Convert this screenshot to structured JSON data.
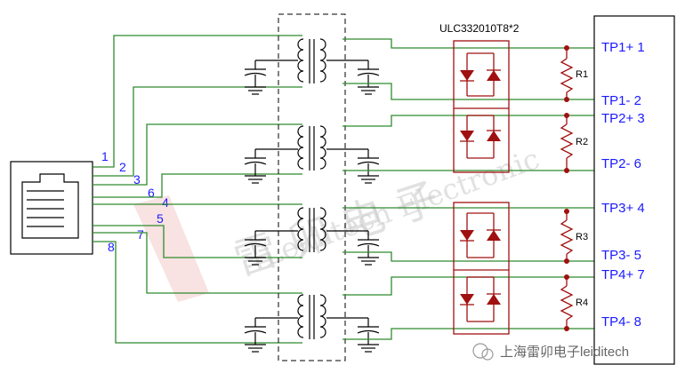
{
  "chip_label": "ULC332010T8*2",
  "rj45_pins": [
    "1",
    "2",
    "3",
    "6",
    "4",
    "5",
    "7",
    "8"
  ],
  "tp_labels": [
    "TP1+ 1",
    "TP1-  2",
    "TP2+ 3",
    "TP2-  6",
    "TP3+ 4",
    "TP3-  5",
    "TP4+ 7",
    "TP4-  8"
  ],
  "resistors": [
    "R1",
    "R2",
    "R3",
    "R4"
  ],
  "watermark": {
    "cn": "雷 卯 电 子",
    "en": "Leiditech Electronic"
  },
  "footer": "上海雷卯电子leiditech",
  "colors": {
    "wire": "#2e8b2e",
    "component": "#a01010",
    "label": "#1a1aff"
  }
}
